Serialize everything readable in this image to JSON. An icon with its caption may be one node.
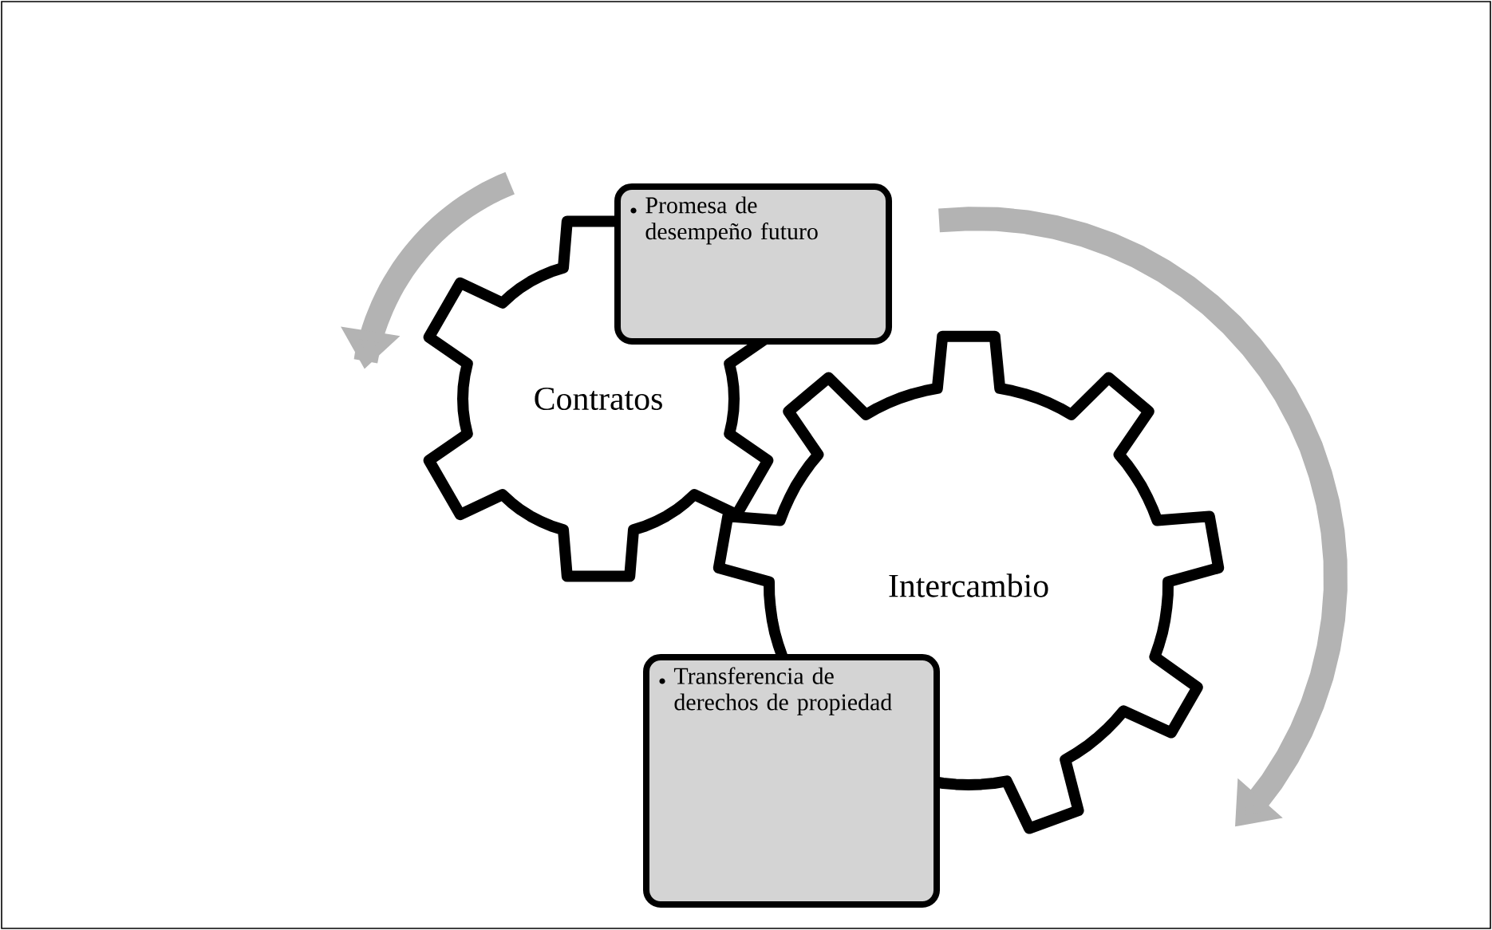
{
  "diagram": {
    "nodes": [
      {
        "text": [
          "Contratos"
        ]
      },
      {
        "text": [
          "Intercambio"
        ]
      },
      {
        "text": [
          "Promesa de desempeño futuro"
        ]
      },
      {
        "text": [
          "Transferencia de derechos de propiedad"
        ]
      }
    ]
  }
}
